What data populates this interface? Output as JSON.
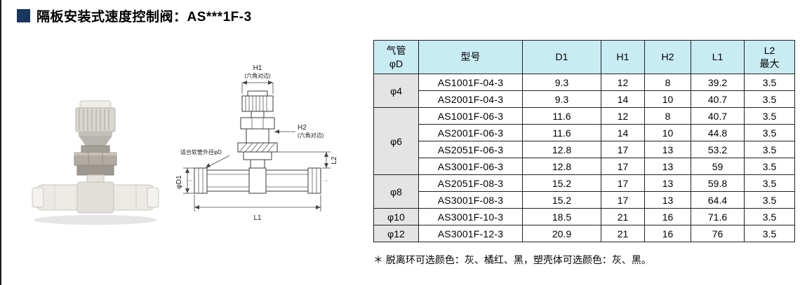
{
  "page": {
    "title": "隔板安装式速度控制阀：AS***1F-3",
    "footnote": "＊ 脱离环可选颜色：灰、橘红、黑，塑壳体可选颜色：灰、黑。"
  },
  "drawing": {
    "h1": "H1",
    "h2": "H2",
    "hex_note": "(六角对边)",
    "l1": "L1",
    "l2": "L2",
    "d1": "φD1",
    "hose_note": "适合软管外径φD"
  },
  "table": {
    "headers": [
      "气管\nφD",
      "型号",
      "D1",
      "H1",
      "H2",
      "L1",
      "L2\n最大"
    ],
    "groups": [
      {
        "label": "φ4",
        "rows": [
          [
            "AS1001F-04-3",
            "9.3",
            "12",
            "8",
            "39.2",
            "3.5"
          ],
          [
            "AS2001F-04-3",
            "9.3",
            "14",
            "10",
            "40.7",
            "3.5"
          ]
        ]
      },
      {
        "label": "φ6",
        "rows": [
          [
            "AS1001F-06-3",
            "11.6",
            "12",
            "8",
            "40.7",
            "3.5"
          ],
          [
            "AS2001F-06-3",
            "11.6",
            "14",
            "10",
            "44.8",
            "3.5"
          ],
          [
            "AS2051F-06-3",
            "12.8",
            "17",
            "13",
            "53.2",
            "3.5"
          ],
          [
            "AS3001F-06-3",
            "12.8",
            "17",
            "13",
            "59",
            "3.5"
          ]
        ]
      },
      {
        "label": "φ8",
        "rows": [
          [
            "AS2051F-08-3",
            "15.2",
            "17",
            "13",
            "59.8",
            "3.5"
          ],
          [
            "AS3001F-08-3",
            "15.2",
            "17",
            "13",
            "64.4",
            "3.5"
          ]
        ]
      },
      {
        "label": "φ10",
        "rows": [
          [
            "AS3001F-10-3",
            "18.5",
            "21",
            "16",
            "71.6",
            "3.5"
          ]
        ]
      },
      {
        "label": "φ12",
        "rows": [
          [
            "AS3001F-12-3",
            "20.9",
            "21",
            "16",
            "76",
            "3.5"
          ]
        ]
      }
    ]
  },
  "colors": {
    "header_bg": "#c9ebf4",
    "group_bg": "#e4e4e4",
    "title_marker": "#17375e"
  }
}
